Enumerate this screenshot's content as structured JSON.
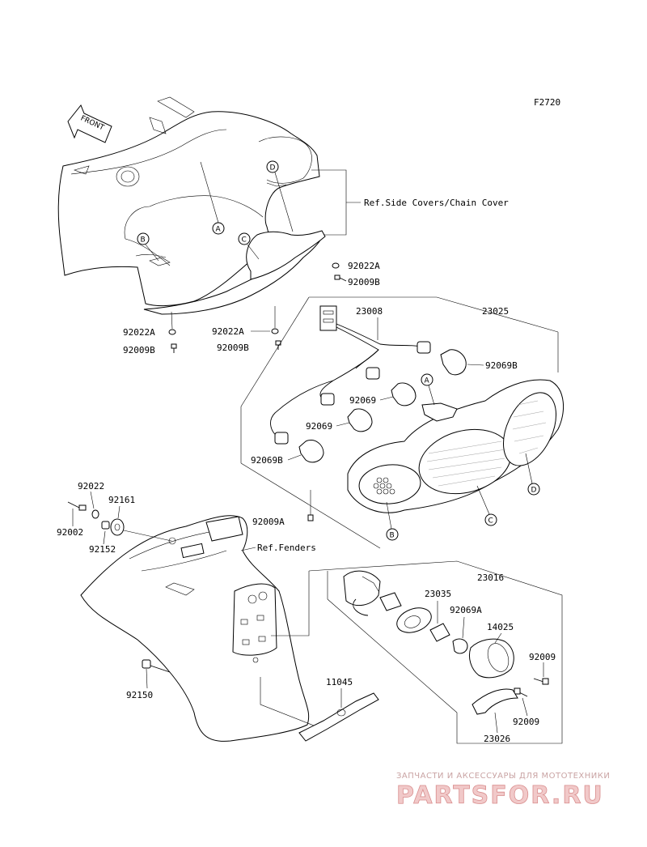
{
  "figure_code": "F2720",
  "front_arrow_label": "FRONT",
  "references": {
    "side_covers": "Ref.Side Covers/Chain Cover",
    "fenders": "Ref.Fenders"
  },
  "callouts": [
    "A",
    "B",
    "C",
    "D"
  ],
  "parts": {
    "p92022A_1": "92022A",
    "p92009B_1": "92009B",
    "p92022A_2": "92022A",
    "p92009B_2": "92009B",
    "p92022A_3": "92022A",
    "p92009B_3": "92009B",
    "p23008": "23008",
    "p23025": "23025",
    "p92069B_1": "92069B",
    "p92069_1": "92069",
    "p92069_2": "92069",
    "p92069B_2": "92069B",
    "p92009A": "92009A",
    "p92022": "92022",
    "p92161": "92161",
    "p92002": "92002",
    "p92152": "92152",
    "p23016": "23016",
    "p23035": "23035",
    "p92069A": "92069A",
    "p14025": "14025",
    "p92009_1": "92009",
    "p92009_2": "92009",
    "p23026": "23026",
    "p11045": "11045",
    "p92150": "92150"
  },
  "watermark": {
    "tagline": "ЗАПЧАСТИ И АКСЕССУАРЫ ДЛЯ МОТОТЕХНИКИ",
    "brand": "PARTSFOR.RU"
  }
}
